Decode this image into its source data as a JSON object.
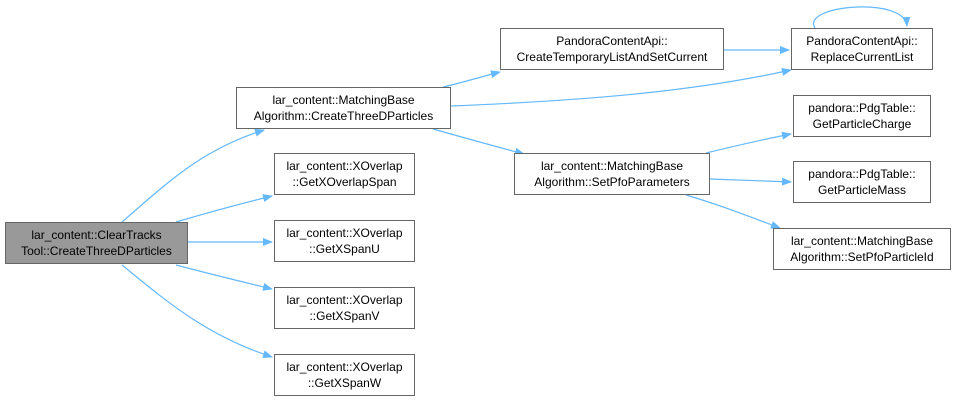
{
  "colors": {
    "edge": "#63b8ff",
    "node_border": "#666666",
    "root_fill": "#999999"
  },
  "nodes": {
    "root": {
      "line1": "lar_content::ClearTracks",
      "line2": "Tool::CreateThreeDParticles"
    },
    "mba_create": {
      "line1": "lar_content::MatchingBase",
      "line2": "Algorithm::CreateThreeDParticles"
    },
    "xo_span": {
      "line1": "lar_content::XOverlap",
      "line2": "::GetXOverlapSpan"
    },
    "xo_u": {
      "line1": "lar_content::XOverlap",
      "line2": "::GetXSpanU"
    },
    "xo_v": {
      "line1": "lar_content::XOverlap",
      "line2": "::GetXSpanV"
    },
    "xo_w": {
      "line1": "lar_content::XOverlap",
      "line2": "::GetXSpanW"
    },
    "pca_temp": {
      "line1": "PandoraContentApi::",
      "line2": "CreateTemporaryListAndSetCurrent"
    },
    "pca_replace": {
      "line1": "PandoraContentApi::",
      "line2": "ReplaceCurrentList"
    },
    "mba_setpfo": {
      "line1": "lar_content::MatchingBase",
      "line2": "Algorithm::SetPfoParameters"
    },
    "pdg_charge": {
      "line1": "pandora::PdgTable::",
      "line2": "GetParticleCharge"
    },
    "pdg_mass": {
      "line1": "pandora::PdgTable::",
      "line2": "GetParticleMass"
    },
    "mba_pid": {
      "line1": "lar_content::MatchingBase",
      "line2": "Algorithm::SetPfoParticleId"
    }
  }
}
